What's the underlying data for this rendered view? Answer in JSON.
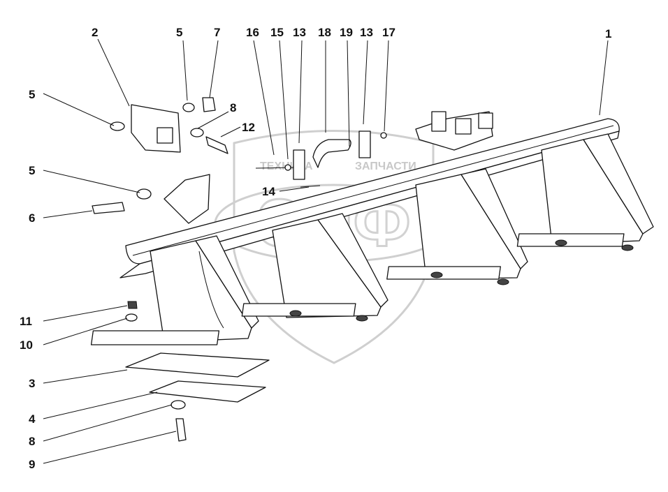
{
  "diagram": {
    "callouts": [
      {
        "id": "c1",
        "label": "1"
      },
      {
        "id": "c2",
        "label": "2"
      },
      {
        "id": "c5a",
        "label": "5"
      },
      {
        "id": "c7",
        "label": "7"
      },
      {
        "id": "c16",
        "label": "16"
      },
      {
        "id": "c15",
        "label": "15"
      },
      {
        "id": "c13a",
        "label": "13"
      },
      {
        "id": "c18",
        "label": "18"
      },
      {
        "id": "c19",
        "label": "19"
      },
      {
        "id": "c13b",
        "label": "13"
      },
      {
        "id": "c17",
        "label": "17"
      },
      {
        "id": "c5b",
        "label": "5"
      },
      {
        "id": "c8a",
        "label": "8"
      },
      {
        "id": "c12",
        "label": "12"
      },
      {
        "id": "c5c",
        "label": "5"
      },
      {
        "id": "c14",
        "label": "14"
      },
      {
        "id": "c6",
        "label": "6"
      },
      {
        "id": "c11",
        "label": "11"
      },
      {
        "id": "c10",
        "label": "10"
      },
      {
        "id": "c3",
        "label": "3"
      },
      {
        "id": "c4",
        "label": "4"
      },
      {
        "id": "c8b",
        "label": "8"
      },
      {
        "id": "c9",
        "label": "9"
      }
    ],
    "watermark": {
      "left_word": "ТЕХНИКА",
      "right_word": "ЗАПЧАСТИ",
      "monogram": "ЭПФ"
    }
  }
}
